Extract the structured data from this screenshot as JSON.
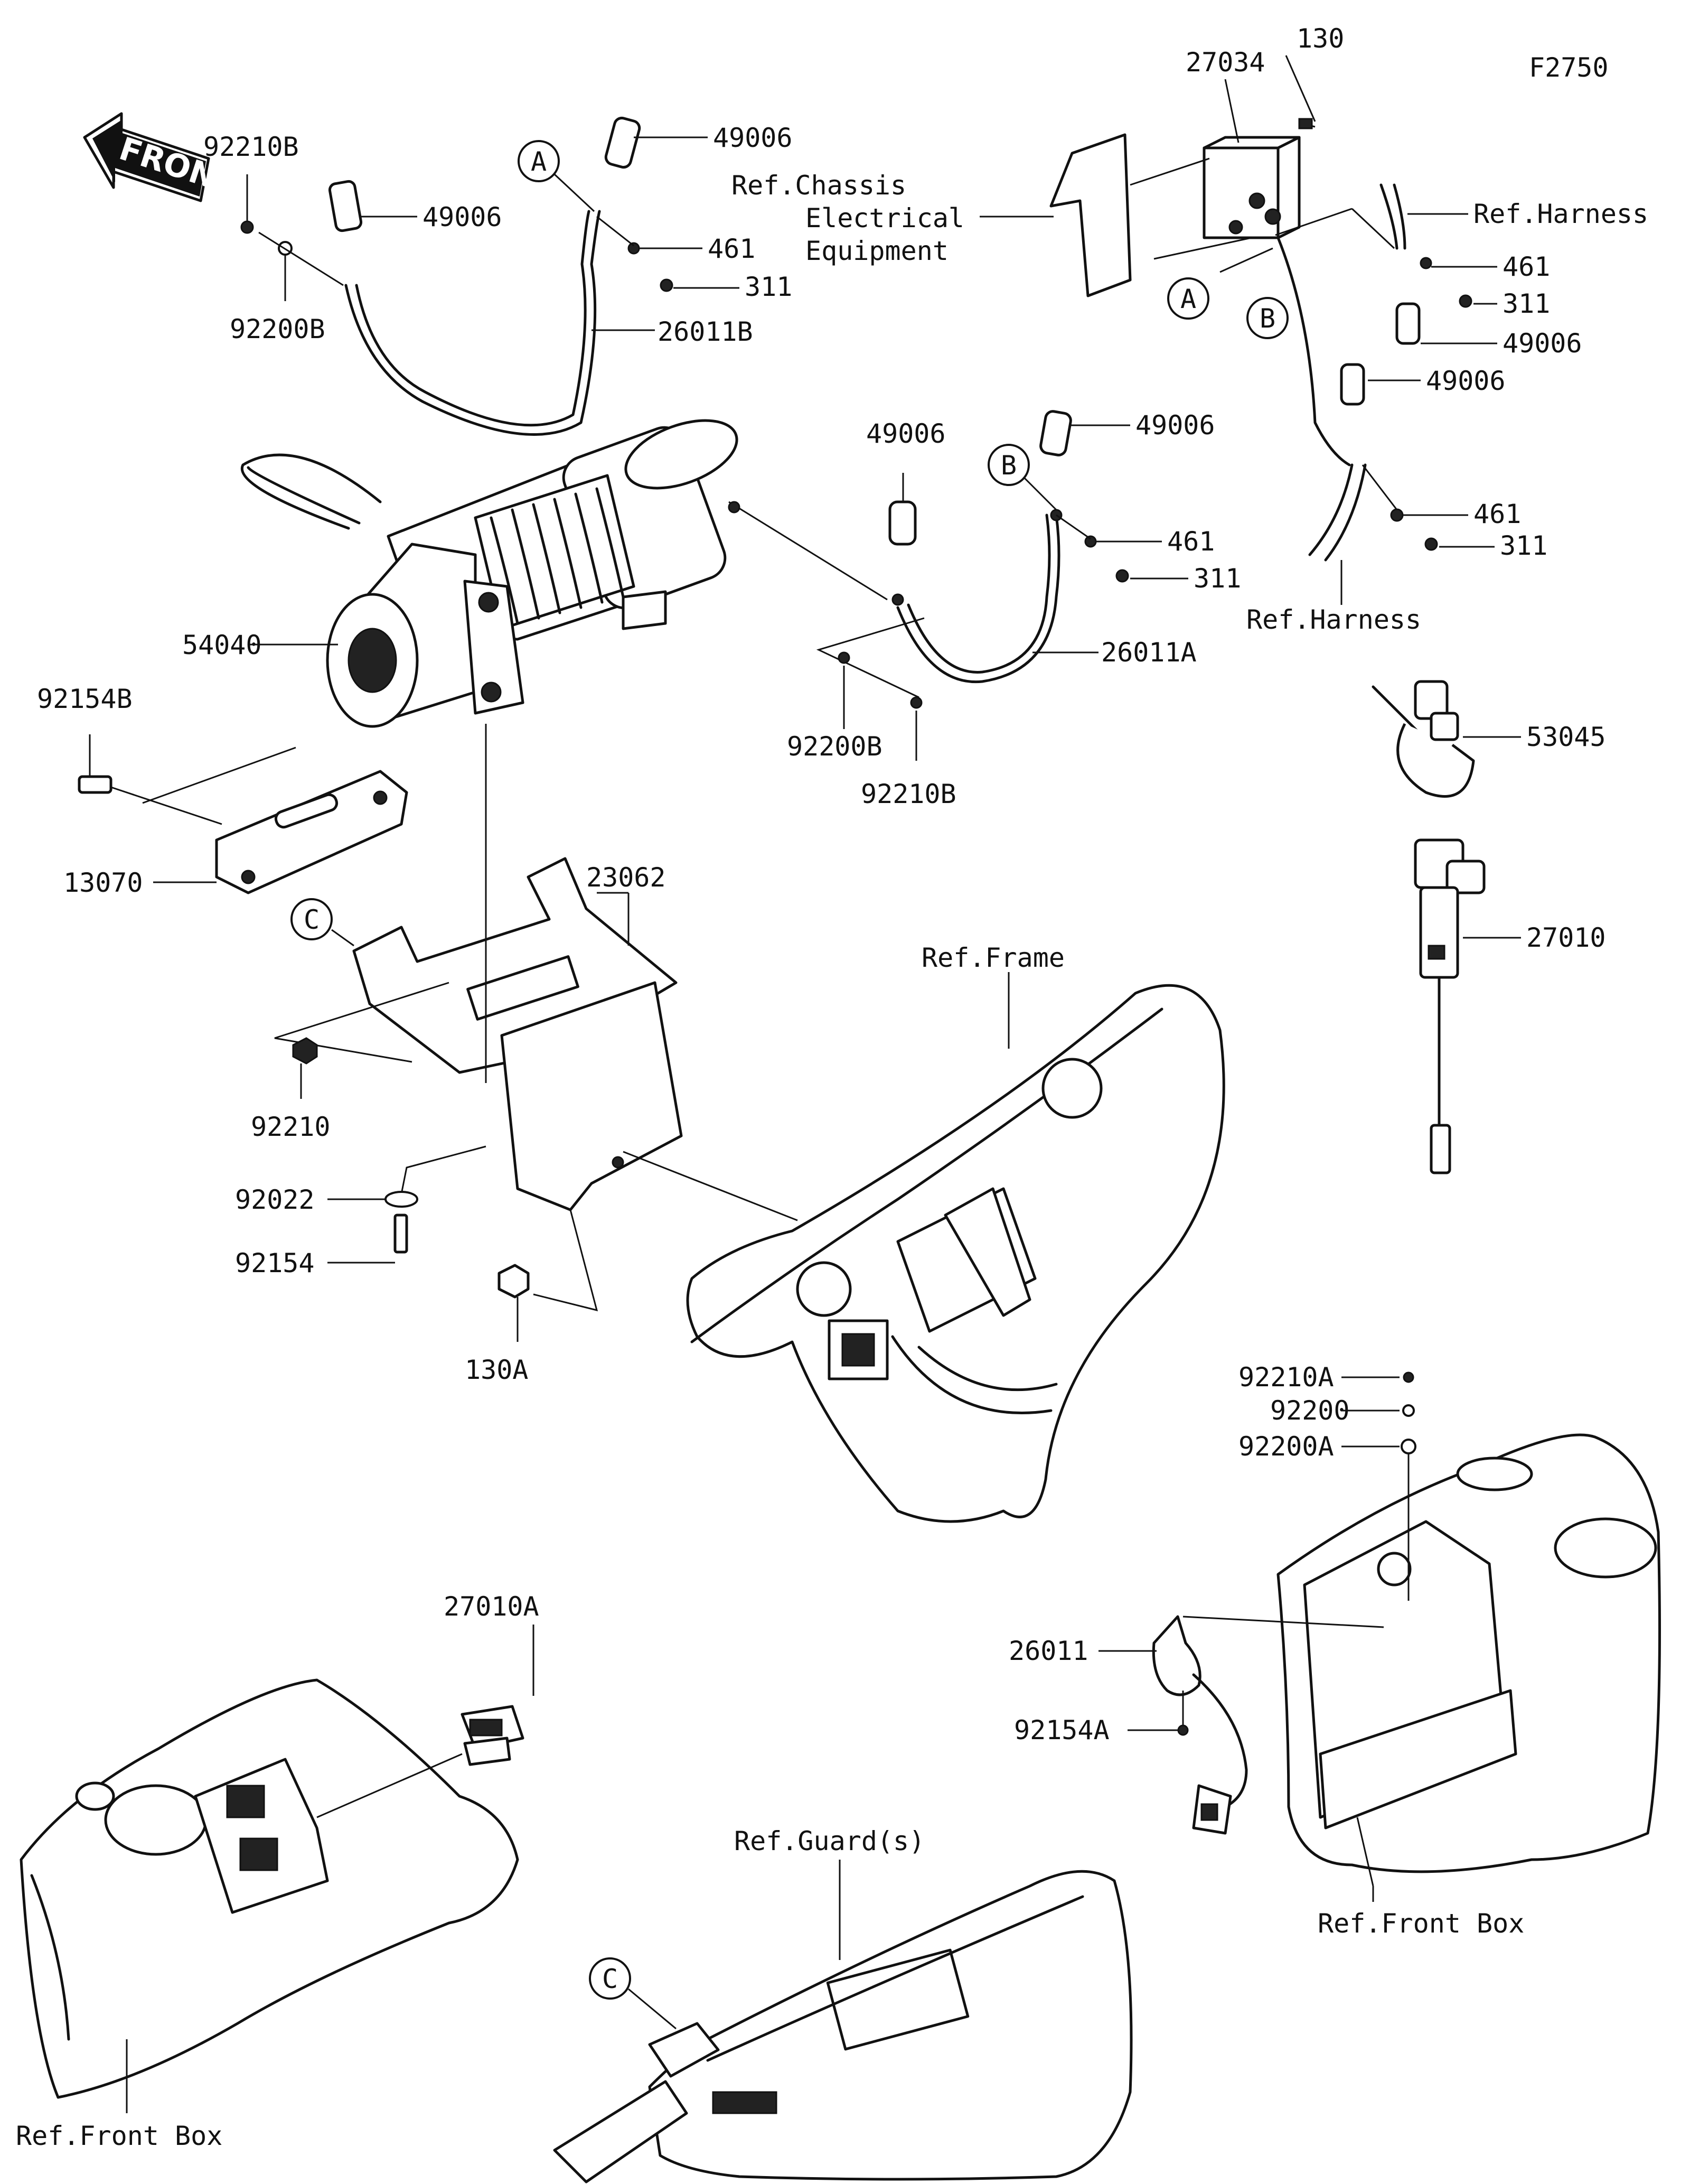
{
  "figure_code": "F2750",
  "front_label": "FRONT",
  "callout_letters": {
    "a": "A",
    "b": "B",
    "c": "C"
  },
  "parts": {
    "p130": "130",
    "p27034": "27034",
    "p92210B": "92210B",
    "p92200B": "92200B",
    "p49006": "49006",
    "p461": "461",
    "p311": "311",
    "p26011B": "26011B",
    "p26011A": "26011A",
    "p54040": "54040",
    "p92154B": "92154B",
    "p13070": "13070",
    "p23062": "23062",
    "p92210": "92210",
    "p92022": "92022",
    "p92154": "92154",
    "p130A": "130A",
    "p53045": "53045",
    "p27010": "27010",
    "p92210A": "92210A",
    "p92200": "92200",
    "p92200A": "92200A",
    "p26011": "26011",
    "p92154A": "92154A",
    "p27010A": "27010A"
  },
  "refs": {
    "chassis_line1": "Ref.Chassis",
    "chassis_line2": "Electrical",
    "chassis_line3": "Equipment",
    "harness": "Ref.Harness",
    "frame": "Ref.Frame",
    "front_box": "Ref.Front Box",
    "guards": "Ref.Guard(s)"
  }
}
